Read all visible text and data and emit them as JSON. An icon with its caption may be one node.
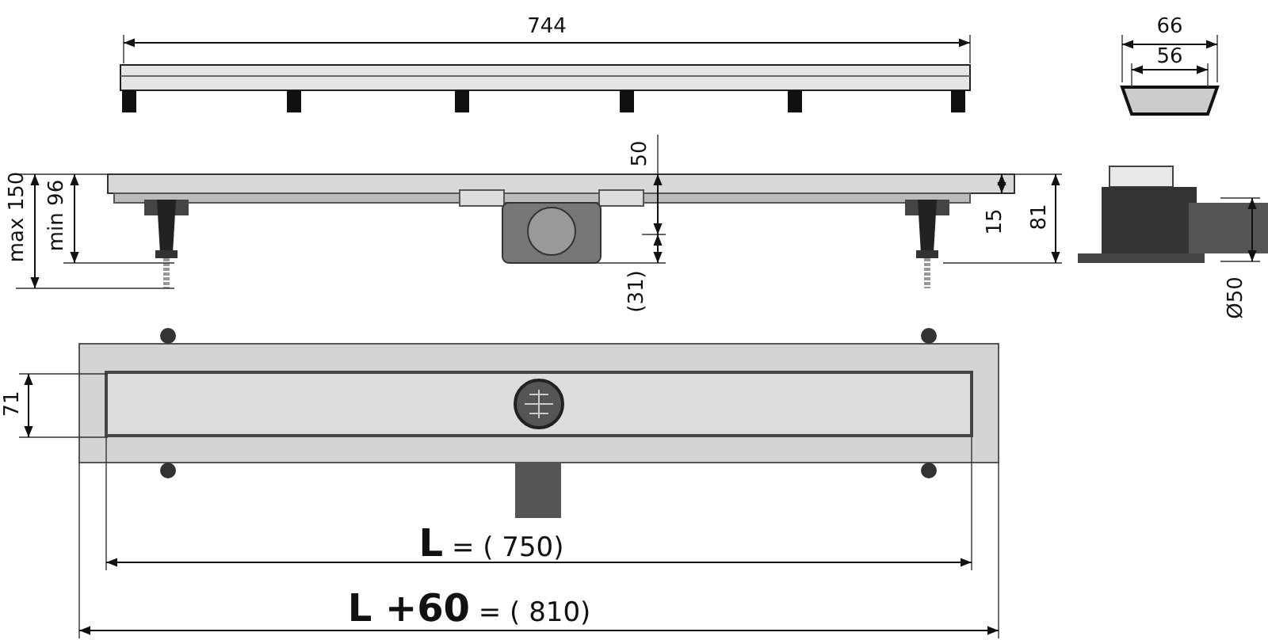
{
  "diagram": {
    "labels": [
      "744",
      "66",
      "56",
      "max 150",
      "min 96",
      "50",
      "15",
      "81",
      "(31)",
      "Ø50",
      "71",
      "**L** = ( 750)",
      "**L +60** = ( 810)"
    ]
  }
}
